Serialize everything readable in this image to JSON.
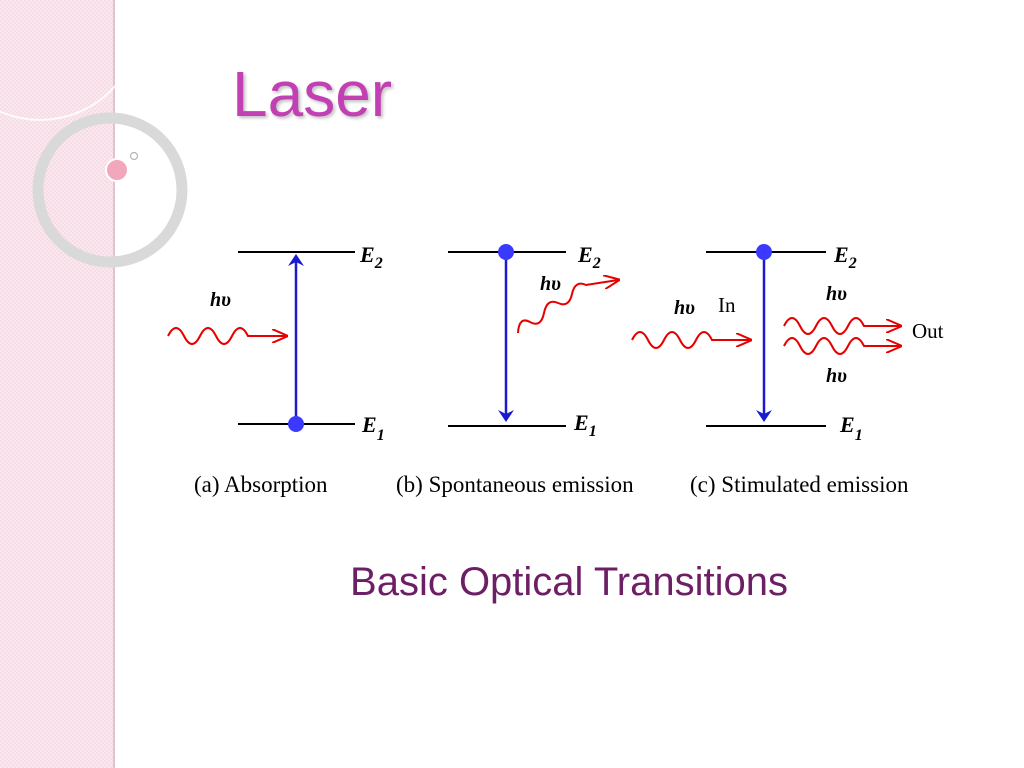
{
  "slide": {
    "title": "Laser",
    "caption": "Basic Optical Transitions",
    "title_color": "#c23fb4",
    "caption_color": "#6d1f66"
  },
  "diagram": {
    "level_upper": "E",
    "level_upper_sub": "2",
    "level_lower": "E",
    "level_lower_sub": "1",
    "photon_label": "hυ",
    "in_label": "In",
    "out_label": "Out",
    "panels": [
      {
        "label": "(a) Absorption"
      },
      {
        "label": "(b) Spontaneous emission"
      },
      {
        "label": "(c) Stimulated emission"
      }
    ],
    "colors": {
      "photon": "#e60000",
      "electron": "#3a3aff",
      "transition": "#1a1ad0",
      "level": "#000000"
    }
  }
}
